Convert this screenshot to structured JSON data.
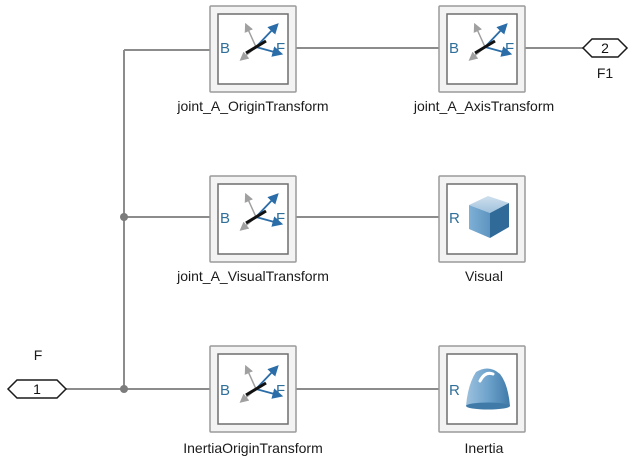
{
  "blocks": {
    "origin": {
      "name": "joint_A_OriginTransform",
      "left_port": "B",
      "right_port": "F"
    },
    "axis": {
      "name": "joint_A_AxisTransform",
      "left_port": "B",
      "right_port": "F"
    },
    "visual_tf": {
      "name": "joint_A_VisualTransform",
      "left_port": "B",
      "right_port": "F"
    },
    "inertia_tf": {
      "name": "InertiaOriginTransform",
      "left_port": "B",
      "right_port": "F"
    },
    "visual": {
      "name": "Visual",
      "port": "R"
    },
    "inertia": {
      "name": "Inertia",
      "port": "R"
    }
  },
  "ports": {
    "in": {
      "number": "1",
      "label": "F"
    },
    "out": {
      "number": "2",
      "label": "F1"
    }
  },
  "colors": {
    "line": "#8c8c8c",
    "port_letter": "#2f6f9a",
    "solid_blue": "#4d8fbd",
    "arrow_blue": "#2b6da8"
  }
}
